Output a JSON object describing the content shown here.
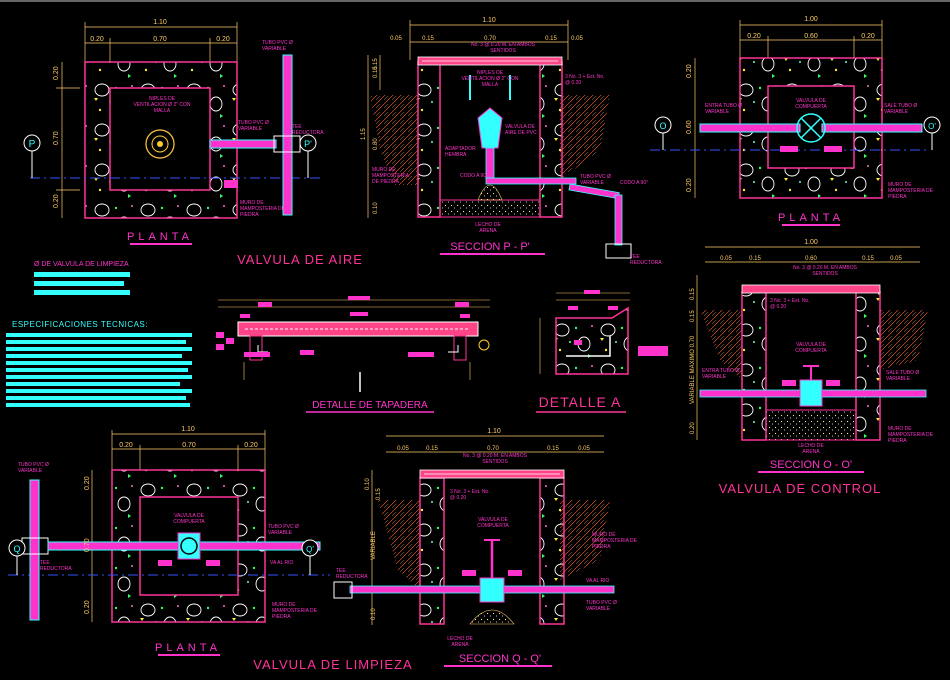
{
  "colors": {
    "background": "#000000",
    "wall": "#ff3399",
    "dim": "#ffcc66",
    "text_magenta": "#ff33cc",
    "text_cyan": "#33ffff",
    "blue": "#4455ff",
    "white": "#ffffff",
    "fill_pink": "#ff4488"
  },
  "air": {
    "plan_title": "PLANTA",
    "main_title": "VALVULA DE AIRE",
    "section_title": "SECCION   P - P'",
    "plan_dims": {
      "total": "1.10",
      "a": "0.20",
      "b": "0.70",
      "c": "0.20",
      "v1": "0.20",
      "v2": "0.70",
      "v3": "0.20"
    },
    "plan_labels": {
      "niples": "NIPLES DE VENTILACION Ø 2\" CON MALLA",
      "tubo_top": "TUBO PVC Ø VARIABLE",
      "tubo_side": "TUBO PVC Ø VARIABLE",
      "tee": "TEE REDUCTORA",
      "muro": "MURO DE MAMPOSTERIA DE PIEDRA",
      "p_marker": "P",
      "p_marker2": "P'"
    },
    "section_dims": {
      "total": "1.10",
      "a": "0.05",
      "b": "0.15",
      "c": "0.70",
      "d": "0.15",
      "e": "0.05",
      "v1": "0.15",
      "v2": "1.15",
      "v3": "0.80",
      "v4": "0.10",
      "v5": "0.15"
    },
    "section_labels": {
      "refuerzo": "No. 3 @ 0.20 M. EN AMBOS SENTIDOS",
      "niples": "NIPLES DE VENTILACION Ø 2\" CON MALLA",
      "bars": "3 No. 3 + Est. No. @ 0.20",
      "valvula": "VALVULA DE AIRE DE PVC",
      "adaptador": "ADAPTADOR HEMBRA",
      "codo": "CODO A 90°",
      "muro": "MURO DE MAMPOSTERIA DE PIEDRA",
      "tubo": "TUBO PVC Ø VARIABLE",
      "codo2": "CODO A 90°",
      "lecho": "LECHO DE ARENA",
      "tee": "TEE REDUCTORA"
    }
  },
  "control": {
    "plan_title": "PLANTA",
    "main_title": "VALVULA DE CONTROL",
    "section_title": "SECCION   O - O'",
    "plan_dims": {
      "total": "1.00",
      "a": "0.20",
      "b": "0.60",
      "c": "0.20",
      "v1": "0.20",
      "v2": "0.60",
      "v3": "0.20"
    },
    "plan_labels": {
      "entra": "ENTRA TUBO Ø VARIABLE",
      "valvula": "VALVULA DE COMPUERTA",
      "sale": "SALE TUBO Ø VARIABLE",
      "muro": "MURO DE MAMPOSTERIA DE PIEDRA",
      "o_marker": "O",
      "o_marker2": "O'"
    },
    "section_dims": {
      "total": "1.00",
      "a": "0.05",
      "b": "0.15",
      "c": "0.60",
      "d": "0.15",
      "e": "0.05",
      "v1": "0.15",
      "v2": "0.15",
      "v3": "VARIABLE MAXIMO 0.70",
      "v4": "0.20"
    },
    "section_labels": {
      "refuerzo": "No. 3 @ 0.20 M. EN AMBOS SENTIDOS",
      "bars": "3 No. 3 + Est. No. @ 0.20",
      "valvula": "VALVULA DE COMPUERTA",
      "entra": "ENTRA TUBO Ø VARIABLE",
      "sale": "SALE TUBO Ø VARIABLE",
      "lecho": "LECHO DE ARENA",
      "muro": "MURO DE MAMPOSTERIA DE PIEDRA"
    }
  },
  "limpieza": {
    "plan_title": "PLANTA",
    "main_title": "VALVULA DE LIMPIEZA",
    "section_title": "SECCION   Q - Q'",
    "plan_dims": {
      "total": "1.10",
      "a": "0.20",
      "b": "0.70",
      "c": "0.20",
      "v1": "0.20",
      "v2": "0.70",
      "v3": "0.20"
    },
    "plan_labels": {
      "tubo_top": "TUBO PVC Ø VARIABLE",
      "valvula": "VALVULA DE COMPUERTA",
      "tubo_side": "TUBO PVC Ø VARIABLE",
      "va_rio": "VA AL RIO",
      "tee": "TEE REDUCTORA",
      "muro": "MURO DE MAMPOSTERIA DE PIEDRA",
      "q_marker": "Q",
      "q_marker2": "Q'"
    },
    "section_dims": {
      "total": "1.10",
      "a": "0.05",
      "b": "0.15",
      "c": "0.70",
      "d": "0.15",
      "e": "0.05",
      "v1": "0.10",
      "v2": "0.15",
      "v3": "VARIABLE",
      "v4": "0.10"
    },
    "section_labels": {
      "refuerzo": "No. 3 @ 0.20 M. EN AMBOS SENTIDOS",
      "bars": "3 No. 3 + Est. No. @ 0.20",
      "valvula": "VALVULA DE COMPUERTA",
      "muro": "MURO DE MAMPOSTERIA DE PIEDRA",
      "tee": "TEE REDUCTORA",
      "va_rio": "VA AL RIO",
      "tubo": "TUBO PVC Ø VARIABLE",
      "lecho": "LECHO DE ARENA"
    }
  },
  "detalles": {
    "tapadera_title": "DETALLE DE TAPADERA",
    "a_title": "DETALLE  A"
  },
  "notes": {
    "heading": "Ø DE VALVULA DE LIMPIEZA",
    "specs_heading": "ESPECIFICACIONES TECNICAS:"
  }
}
